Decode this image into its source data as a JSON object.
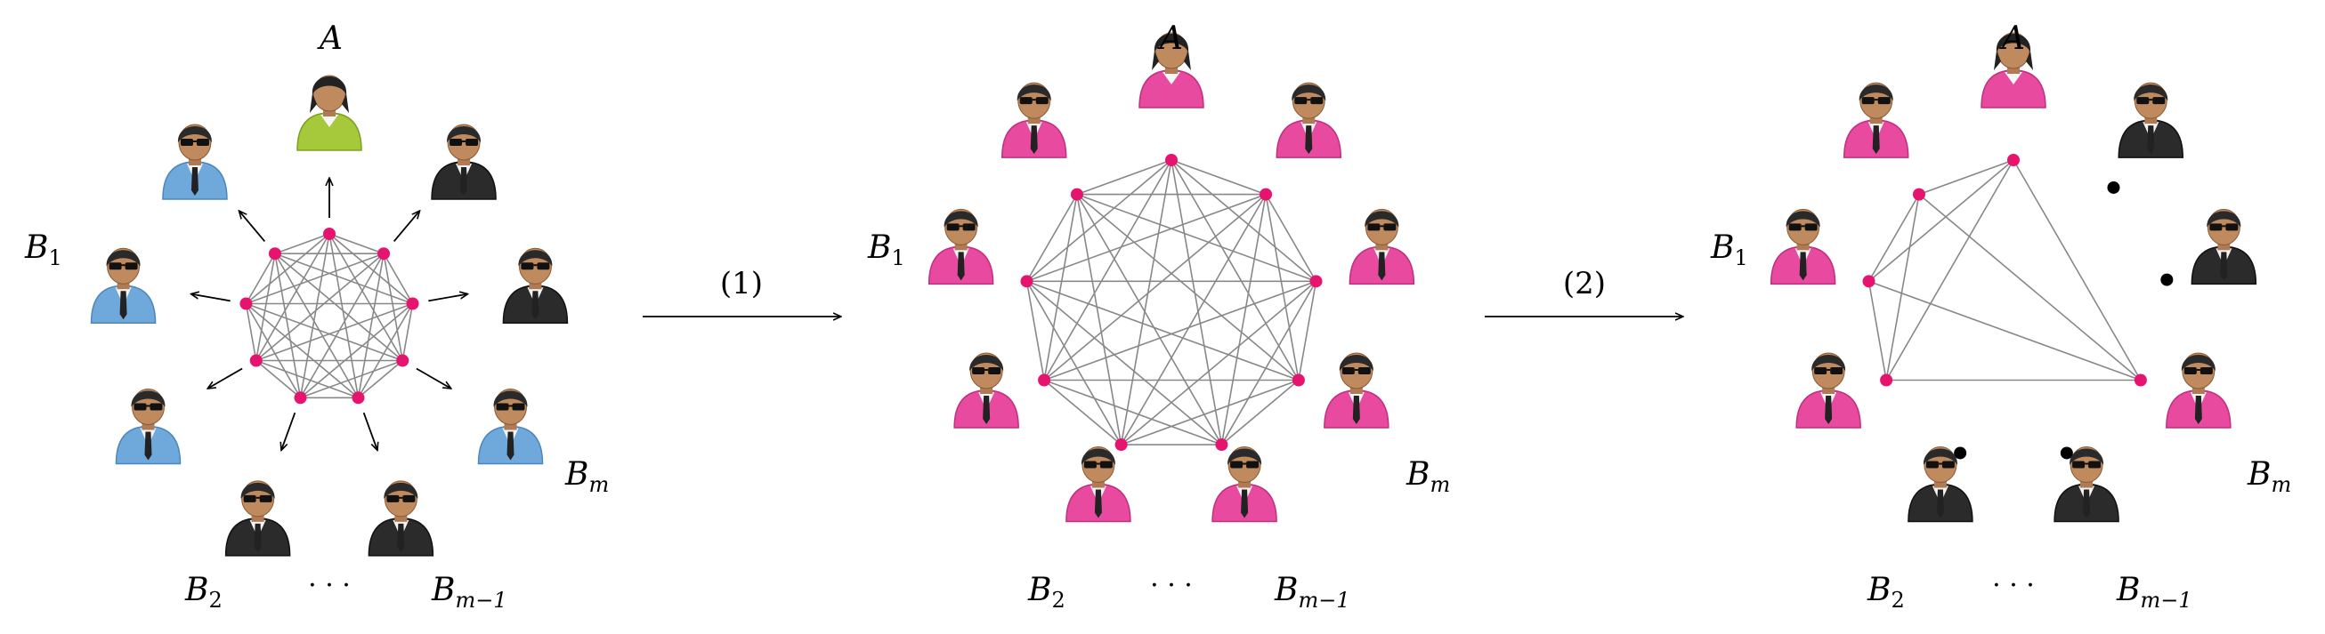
{
  "panels": [
    {
      "id": "initial",
      "labels": {
        "A": "A",
        "B1": {
          "base": "B",
          "sub": "1"
        },
        "B2": {
          "base": "B",
          "sub": "2"
        },
        "ellipsis": "· · ·",
        "Bm1": {
          "base": "B",
          "sub": "m−1"
        },
        "Bm": {
          "base": "B",
          "sub": "m"
        }
      },
      "people": [
        "green",
        "black",
        "black",
        "blue",
        "black",
        "black",
        "blue",
        "blue",
        "blue"
      ]
    },
    {
      "id": "after-step-1",
      "labels": {
        "A": "A",
        "B1": {
          "base": "B",
          "sub": "1"
        },
        "B2": {
          "base": "B",
          "sub": "2"
        },
        "ellipsis": "· · ·",
        "Bm1": {
          "base": "B",
          "sub": "m−1"
        },
        "Bm": {
          "base": "B",
          "sub": "m"
        }
      },
      "people": [
        "pink",
        "pink",
        "pink",
        "pink",
        "pink",
        "pink",
        "pink",
        "pink",
        "pink"
      ]
    },
    {
      "id": "after-step-2",
      "labels": {
        "A": "A",
        "B1": {
          "base": "B",
          "sub": "1"
        },
        "B2": {
          "base": "B",
          "sub": "2"
        },
        "ellipsis": "· · ·",
        "Bm1": {
          "base": "B",
          "sub": "m−1"
        },
        "Bm": {
          "base": "B",
          "sub": "m"
        }
      },
      "people": [
        "pink",
        "black",
        "black",
        "pink",
        "black",
        "black",
        "pink",
        "pink",
        "pink"
      ]
    }
  ],
  "arrows": [
    {
      "label": "(1)"
    },
    {
      "label": "(2)"
    }
  ],
  "colors": {
    "node": "#e6136f",
    "edge": "#888888",
    "pink_suit": "#e84aa0",
    "black_suit": "#2b2b2b",
    "blue_suit": "#6fa9dc",
    "green_top": "#a6c93c"
  }
}
